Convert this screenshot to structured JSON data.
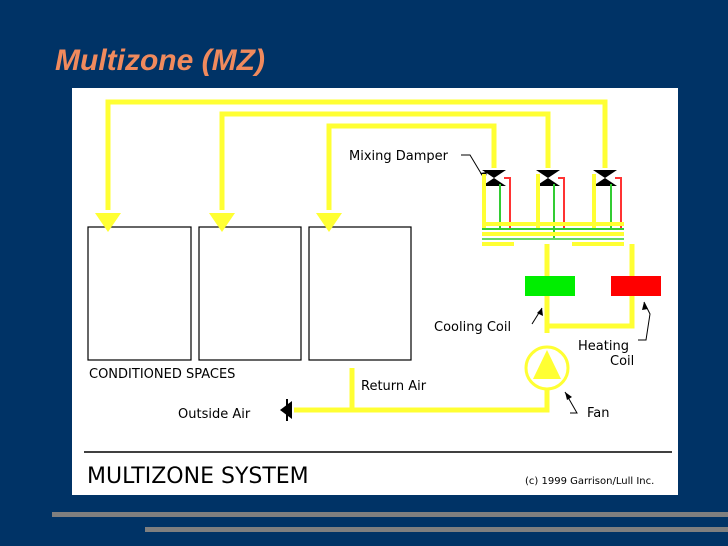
{
  "slide": {
    "title": "Multizone (MZ)"
  },
  "diagram": {
    "labels": {
      "mixing_damper": "Mixing Damper",
      "cooling_coil": "Cooling Coil",
      "heating_coil_line1": "Heating",
      "heating_coil_line2": "Coil",
      "conditioned_spaces": "CONDITIONED SPACES",
      "return_air": "Return Air",
      "outside_air": "Outside Air",
      "fan": "Fan",
      "system_name": "MULTIZONE SYSTEM",
      "copyright": "(c) 1999 Garrison/Lull Inc."
    },
    "colors": {
      "background": "#003366",
      "title": "#F08A5D",
      "duct": "#FFFF33",
      "cooling_coil": "#00EE00",
      "heating_coil": "#FF0000",
      "divider": "#7F7F7F"
    }
  }
}
